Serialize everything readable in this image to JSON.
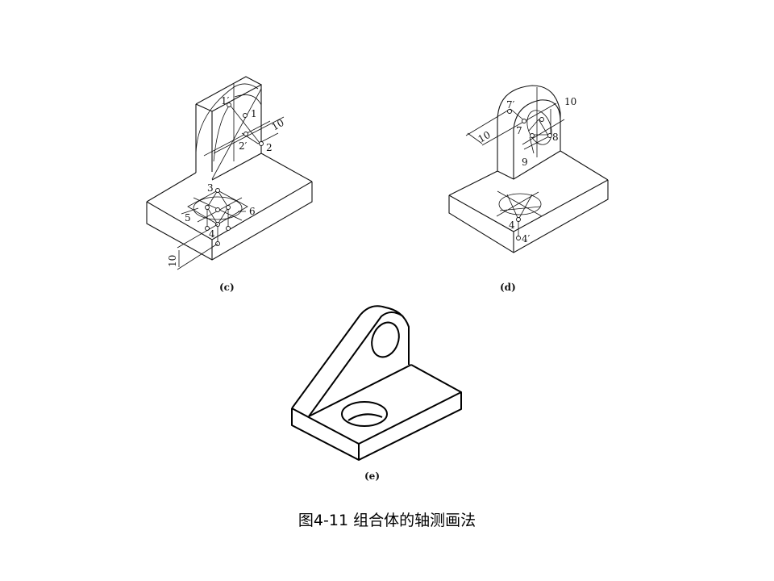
{
  "figures": {
    "c": {
      "label": "(c)",
      "points": [
        "1′",
        "1",
        "2′",
        "2",
        "3",
        "4",
        "5",
        "6"
      ],
      "dims": [
        "10",
        "10"
      ]
    },
    "d": {
      "label": "(d)",
      "points": [
        "7′",
        "7",
        "8",
        "9",
        "10",
        "4",
        "4′"
      ],
      "dims": [
        "10"
      ]
    },
    "e": {
      "label": "(e)"
    }
  },
  "caption": "图4-11  组合体的轴测画法"
}
